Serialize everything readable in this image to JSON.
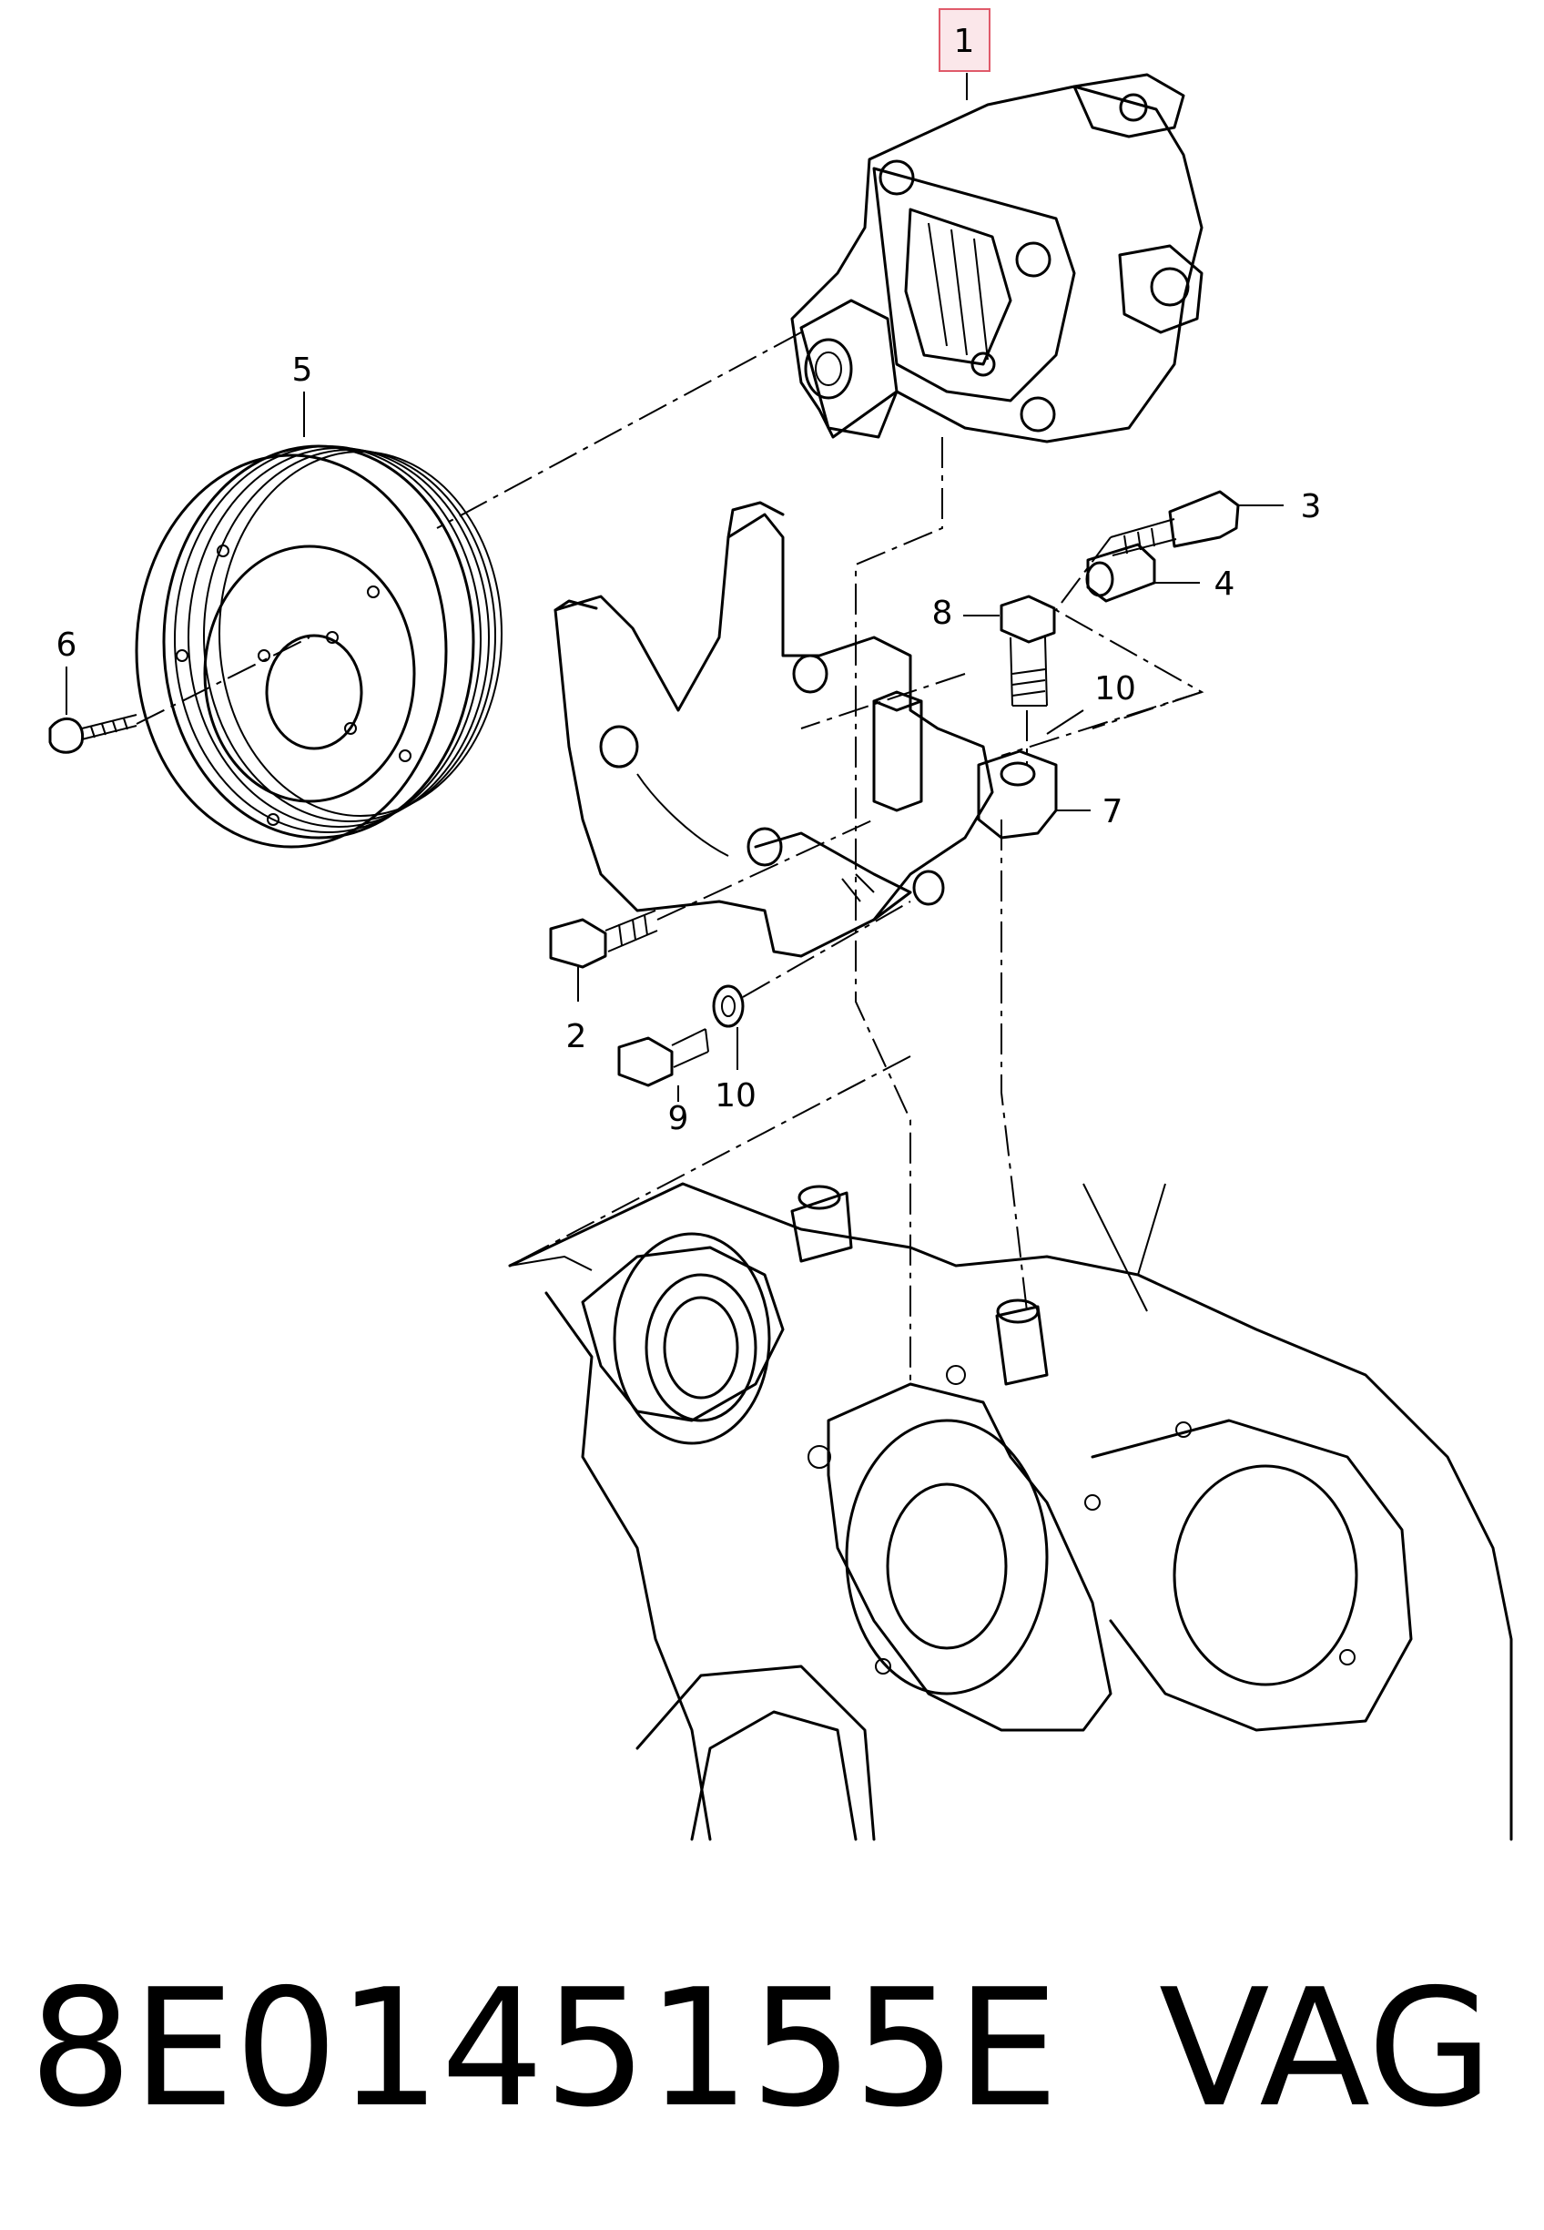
{
  "callouts": [
    {
      "id": "c1",
      "label": "1",
      "highlighted": true
    },
    {
      "id": "c2",
      "label": "2"
    },
    {
      "id": "c3",
      "label": "3"
    },
    {
      "id": "c4",
      "label": "4"
    },
    {
      "id": "c5",
      "label": "5"
    },
    {
      "id": "c6",
      "label": "6"
    },
    {
      "id": "c7",
      "label": "7"
    },
    {
      "id": "c8",
      "label": "8"
    },
    {
      "id": "c9",
      "label": "9"
    },
    {
      "id": "c10a",
      "label": "10"
    },
    {
      "id": "c10b",
      "label": "10"
    }
  ],
  "highlight_color": "#e05a6a",
  "footer": {
    "part_number": "8E0145155E",
    "brand": "VAG"
  }
}
